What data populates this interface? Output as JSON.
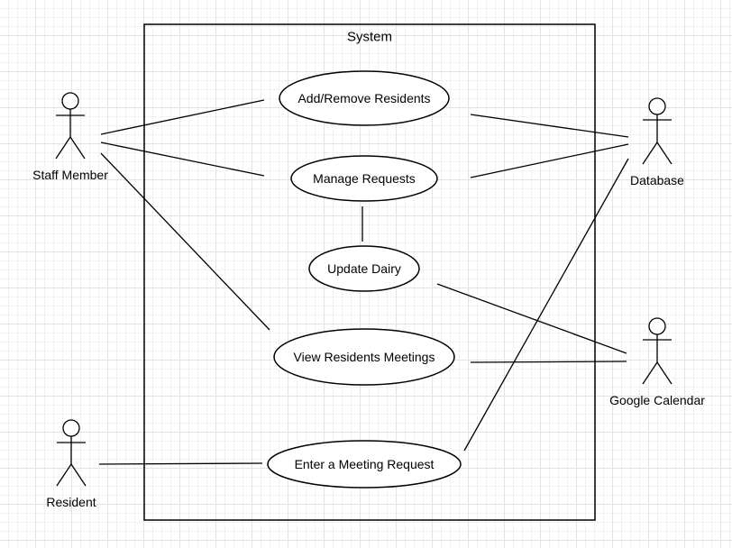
{
  "system": {
    "title": "System"
  },
  "actors": [
    {
      "id": "staff",
      "label": "Staff Member"
    },
    {
      "id": "resident",
      "label": "Resident"
    },
    {
      "id": "database",
      "label": "Database"
    },
    {
      "id": "gcal",
      "label": "Google Calendar"
    }
  ],
  "use_cases": [
    {
      "id": "add_remove",
      "label": "Add/Remove Residents"
    },
    {
      "id": "manage",
      "label": "Manage Requests"
    },
    {
      "id": "update_dairy",
      "label": "Update Dairy"
    },
    {
      "id": "view_meetings",
      "label": "View Residents Meetings"
    },
    {
      "id": "enter_request",
      "label": "Enter a Meeting Request"
    }
  ],
  "associations": [
    [
      "staff",
      "add_remove"
    ],
    [
      "staff",
      "manage"
    ],
    [
      "staff",
      "view_meetings"
    ],
    [
      "add_remove",
      "database"
    ],
    [
      "manage",
      "database"
    ],
    [
      "enter_request",
      "database"
    ],
    [
      "manage",
      "update_dairy"
    ],
    [
      "update_dairy",
      "gcal"
    ],
    [
      "view_meetings",
      "gcal"
    ],
    [
      "resident",
      "enter_request"
    ]
  ]
}
